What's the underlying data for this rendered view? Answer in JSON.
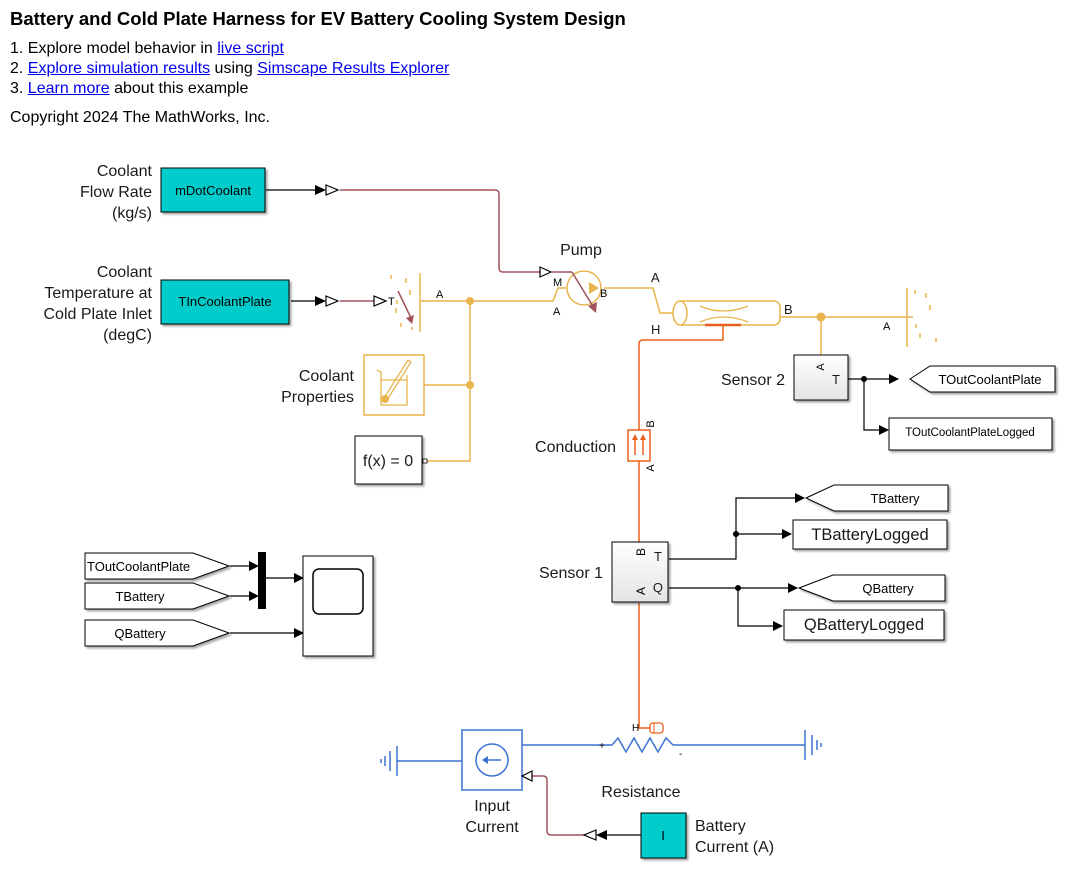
{
  "header": {
    "title": "Battery and Cold Plate Harness for EV Battery Cooling System Design",
    "steps": [
      {
        "prefix": "1. Explore model behavior in ",
        "link1": "live script",
        "middle": "",
        "link2": "",
        "suffix": ""
      },
      {
        "prefix": "2. ",
        "link1": "Explore simulation results",
        "middle": " using ",
        "link2": "Simscape Results Explorer",
        "suffix": ""
      },
      {
        "prefix": "3. ",
        "link1": "Learn more",
        "middle": "",
        "link2": "",
        "suffix": " about this example"
      }
    ],
    "copyright": "Copyright 2024 The MathWorks, Inc."
  },
  "colors": {
    "hydraulic": "#e8b44c",
    "thermal": "#e8601c",
    "electrical": "#3c73d0",
    "physical_signal": "#a0545a",
    "constant_fill": "#00cccc",
    "sensor_fill": "#f0f0f0"
  },
  "blocks": {
    "flow_label": [
      "Coolant",
      "Flow Rate",
      "(kg/s)"
    ],
    "flow_const": "mDotCoolant",
    "temp_label": [
      "Coolant",
      "Temperature at",
      "Cold Plate Inlet",
      "(degC)"
    ],
    "temp_const": "TInCoolantPlate",
    "pump": "Pump",
    "coolant_props": [
      "Coolant",
      "Properties"
    ],
    "solver": "f(x) = 0",
    "sensor2": "Sensor 2",
    "goto_tout": "TOutCoolantPlate",
    "log_tout": "TOutCoolantPlateLogged",
    "conduction": "Conduction",
    "sensor1": "Sensor 1",
    "goto_tbat": "TBattery",
    "log_tbat": "TBatteryLogged",
    "goto_qbat": "QBattery",
    "log_qbat": "QBatteryLogged",
    "from_tout": "TOutCoolantPlate",
    "from_tbat": "TBattery",
    "from_qbat": "QBattery",
    "resistance": "Resistance",
    "input_current": [
      "Input",
      "Current"
    ],
    "battery_current_const": "I",
    "battery_current_label": [
      "Battery",
      "Current (A)"
    ]
  },
  "ports": {
    "T": "T",
    "A": "A",
    "B": "B",
    "M": "M",
    "H": "H",
    "Q": "Q",
    "plus": "+",
    "minus": "-"
  }
}
